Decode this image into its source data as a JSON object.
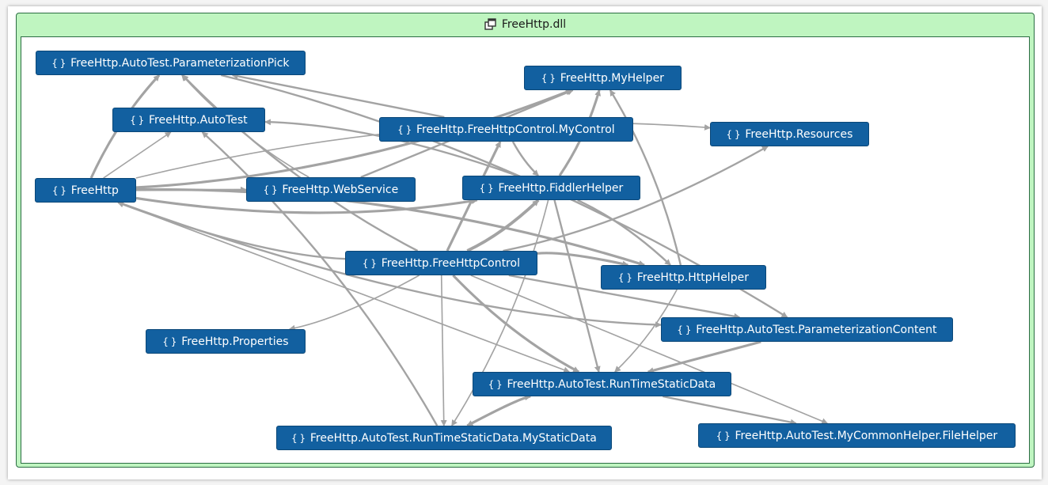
{
  "group": {
    "title": "FreeHttp.dll",
    "icon": "assembly-icon",
    "fill": "#bff5c0",
    "border": "#2b6d43"
  },
  "node_style": {
    "fill": "#1260a0",
    "text": "#ffffff",
    "icon": "namespace-icon"
  },
  "nodes": [
    {
      "id": "pick",
      "label": "FreeHttp.AutoTest.ParameterizationPick"
    },
    {
      "id": "myhelper",
      "label": "FreeHttp.MyHelper"
    },
    {
      "id": "autotest",
      "label": "FreeHttp.AutoTest"
    },
    {
      "id": "mycontrol",
      "label": "FreeHttp.FreeHttpControl.MyControl"
    },
    {
      "id": "resources",
      "label": "FreeHttp.Resources"
    },
    {
      "id": "freehttp",
      "label": "FreeHttp"
    },
    {
      "id": "webservice",
      "label": "FreeHttp.WebService"
    },
    {
      "id": "fiddler",
      "label": "FreeHttp.FiddlerHelper"
    },
    {
      "id": "control",
      "label": "FreeHttp.FreeHttpControl"
    },
    {
      "id": "httphelper",
      "label": "FreeHttp.HttpHelper"
    },
    {
      "id": "content",
      "label": "FreeHttp.AutoTest.ParameterizationContent"
    },
    {
      "id": "properties",
      "label": "FreeHttp.Properties"
    },
    {
      "id": "runtime",
      "label": "FreeHttp.AutoTest.RunTimeStaticData"
    },
    {
      "id": "mystatic",
      "label": "FreeHttp.AutoTest.RunTimeStaticData.MyStaticData"
    },
    {
      "id": "filehelper",
      "label": "FreeHttp.AutoTest.MyCommonHelper.FileHelper"
    }
  ],
  "edges": [
    {
      "from": "freehttp",
      "to": "pick",
      "weight": 3
    },
    {
      "from": "freehttp",
      "to": "autotest",
      "weight": 1
    },
    {
      "from": "freehttp",
      "to": "myhelper",
      "weight": 3
    },
    {
      "from": "freehttp",
      "to": "resources",
      "weight": 1
    },
    {
      "from": "freehttp",
      "to": "webservice",
      "weight": 2
    },
    {
      "from": "freehttp",
      "to": "fiddler",
      "weight": 3
    },
    {
      "from": "freehttp",
      "to": "httphelper",
      "weight": 3
    },
    {
      "from": "freehttp",
      "to": "runtime",
      "weight": 1
    },
    {
      "from": "freehttp",
      "to": "content",
      "weight": 2
    },
    {
      "from": "control",
      "to": "freehttp",
      "weight": 2
    },
    {
      "from": "control",
      "to": "mycontrol",
      "weight": 3
    },
    {
      "from": "control",
      "to": "fiddler",
      "weight": 4
    },
    {
      "from": "control",
      "to": "httphelper",
      "weight": 3
    },
    {
      "from": "control",
      "to": "content",
      "weight": 2
    },
    {
      "from": "control",
      "to": "runtime",
      "weight": 3
    },
    {
      "from": "control",
      "to": "properties",
      "weight": 1
    },
    {
      "from": "control",
      "to": "filehelper",
      "weight": 1
    },
    {
      "from": "control",
      "to": "resources",
      "weight": 2
    },
    {
      "from": "control",
      "to": "pick",
      "weight": 2
    },
    {
      "from": "control",
      "to": "mystatic",
      "weight": 1
    },
    {
      "from": "fiddler",
      "to": "myhelper",
      "weight": 3
    },
    {
      "from": "fiddler",
      "to": "httphelper",
      "weight": 2
    },
    {
      "from": "fiddler",
      "to": "runtime",
      "weight": 2
    },
    {
      "from": "fiddler",
      "to": "autotest",
      "weight": 2
    },
    {
      "from": "fiddler",
      "to": "mystatic",
      "weight": 1
    },
    {
      "from": "mycontrol",
      "to": "pick",
      "weight": 2
    },
    {
      "from": "mycontrol",
      "to": "fiddler",
      "weight": 2
    },
    {
      "from": "webservice",
      "to": "pick",
      "weight": 1
    },
    {
      "from": "webservice",
      "to": "myhelper",
      "weight": 2
    },
    {
      "from": "httphelper",
      "to": "myhelper",
      "weight": 2
    },
    {
      "from": "httphelper",
      "to": "runtime",
      "weight": 1
    },
    {
      "from": "content",
      "to": "runtime",
      "weight": 3
    },
    {
      "from": "runtime",
      "to": "mystatic",
      "weight": 3
    },
    {
      "from": "mystatic",
      "to": "runtime",
      "weight": 3
    },
    {
      "from": "runtime",
      "to": "filehelper",
      "weight": 2
    },
    {
      "from": "mystatic",
      "to": "autotest",
      "weight": 2
    },
    {
      "from": "pick",
      "to": "content",
      "weight": 2
    }
  ],
  "edge_color": "#a3a3a3"
}
